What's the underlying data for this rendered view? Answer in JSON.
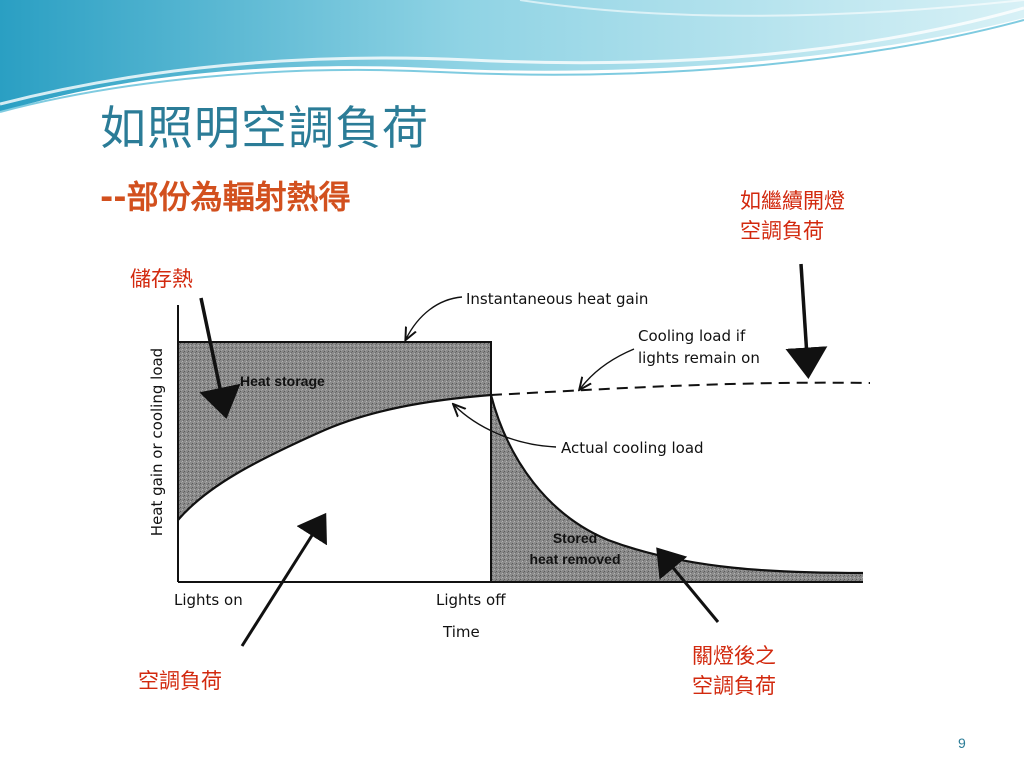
{
  "slide": {
    "title": "如照明空調負荷",
    "subtitle": "--部份為輻射熱得",
    "page_number": "9"
  },
  "annotations": {
    "stored_heat": "儲存熱",
    "continued_lights": [
      "如繼續開燈",
      "空調負荷"
    ],
    "ac_load": "空調負荷",
    "lights_off_load": [
      "關燈後之",
      "空調負荷"
    ]
  },
  "figure": {
    "y_axis_label": "Heat gain or cooling load",
    "x_axis_label": "Time",
    "x_tick_lights_on": "Lights on",
    "x_tick_lights_off": "Lights off",
    "label_instantaneous": "Instantaneous heat gain",
    "label_cooling_if": [
      "Cooling load if",
      "lights remain on"
    ],
    "label_actual": "Actual cooling load",
    "label_heat_storage": "Heat storage",
    "label_stored_removed": [
      "Stored",
      "heat removed"
    ]
  },
  "colors": {
    "title": "#2b7c97",
    "subtitle": "#d2501e",
    "annotation": "#d2290e",
    "hatch": "#808080",
    "wave_light": "#bfe6ef",
    "wave_mid": "#7fcbe0"
  }
}
